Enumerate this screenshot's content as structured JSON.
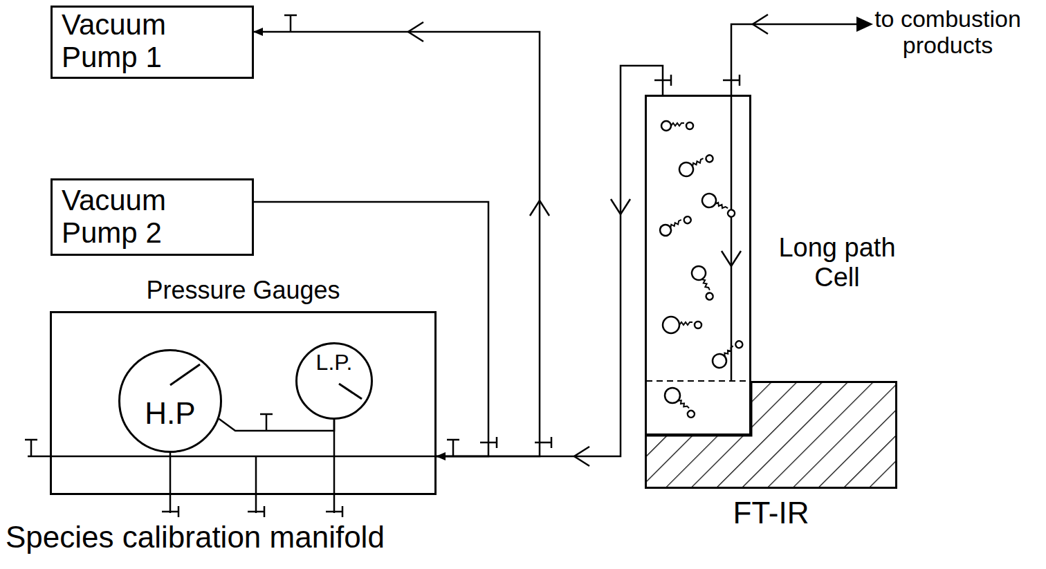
{
  "diagram": {
    "nodes": [
      {
        "text": [
          "Vacuum Pump 1"
        ]
      },
      {
        "text": [
          "Vacuum Pump 2"
        ]
      },
      {
        "text": [
          "Pressure Gauges"
        ]
      },
      {
        "text": [
          "H.P"
        ],
        "in": 2
      },
      {
        "text": [
          "L.P."
        ],
        "in": 2
      },
      {
        "text": [
          "Long path Cell"
        ]
      },
      {
        "text": [
          "FT-IR"
        ]
      }
    ],
    "edges": [
      {
        "from": 5,
        "to": 2,
        "arrow": "to"
      },
      {
        "from": 2,
        "to": 0,
        "arrow": "to"
      },
      {
        "from": 1,
        "to": 2,
        "arrow": "none"
      },
      {
        "from": 3,
        "to": 4,
        "arrow": "none"
      }
    ],
    "labels": [
      "to combustion products",
      "Species calibration manifold"
    ]
  }
}
